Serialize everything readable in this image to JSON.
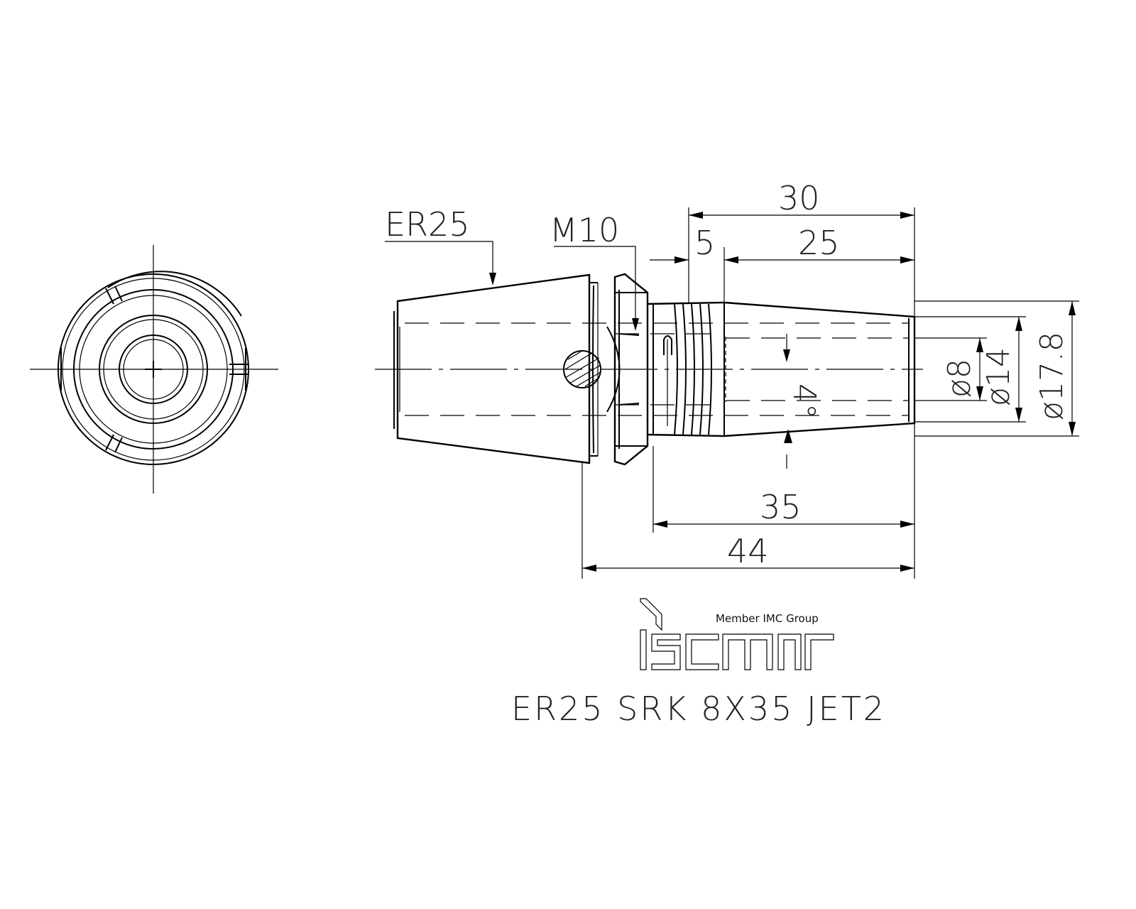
{
  "drawing": {
    "labels": {
      "collet_type": "ER25",
      "thread": "M10"
    },
    "dimensions": {
      "overall_length": "44",
      "projection_length": "35",
      "shank_length": "30",
      "thread_offset": "5",
      "taper_length": "25",
      "taper_angle": "4°",
      "bore_diameter": "ø8",
      "tip_diameter": "ø14",
      "body_diameter": "ø17.8"
    },
    "branding": {
      "member_text": "Member IMC Group",
      "logo_icon": "iscar-logo-icon"
    },
    "part_number": "ER25  SRK  8X35  JET2"
  }
}
